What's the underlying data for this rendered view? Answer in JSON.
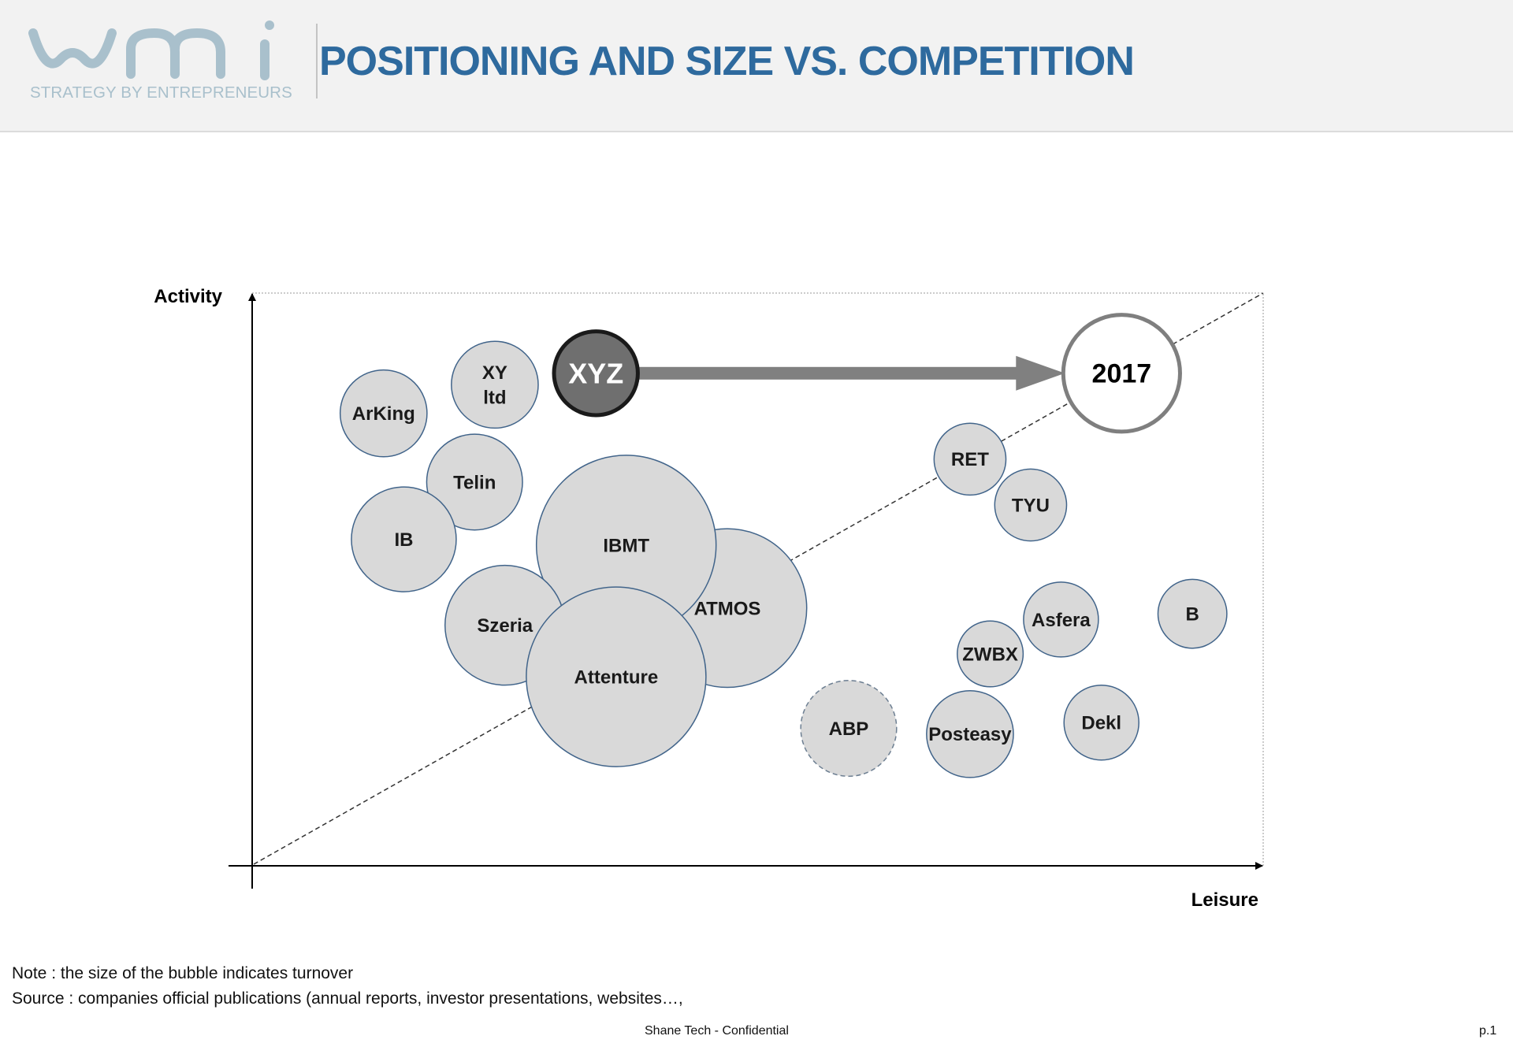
{
  "header": {
    "logo_text": "wmi",
    "logo_tagline": "STRATEGY BY ENTREPRENEURS",
    "title": "POSITIONING AND SIZE VS. COMPETITION"
  },
  "colors": {
    "title": "#2e6a9e",
    "logo": "#a9c0cc",
    "bubble_fill": "#d9d9d9",
    "bubble_stroke": "#41648a",
    "focus_fill": "#6f6f6f",
    "arrow": "#808080"
  },
  "chart_data": {
    "type": "bubble",
    "xlabel": "Leisure",
    "ylabel": "Activity",
    "xlim": [
      0,
      100
    ],
    "ylim": [
      0,
      100
    ],
    "diagonal": "dashed line from origin to top-right corner",
    "bubbles": [
      {
        "name": "XY\nltd",
        "x": 24,
        "y": 84,
        "size": 2.9
      },
      {
        "name": "ArKing",
        "x": 13,
        "y": 79,
        "size": 2.9
      },
      {
        "name": "Telin",
        "x": 22,
        "y": 67,
        "size": 3.2
      },
      {
        "name": "IB",
        "x": 15,
        "y": 57,
        "size": 3.5
      },
      {
        "name": "ATMOS",
        "x": 47,
        "y": 45,
        "size": 5.3
      },
      {
        "name": "IBMT",
        "x": 37,
        "y": 56,
        "size": 6.0
      },
      {
        "name": "Szeria",
        "x": 25,
        "y": 42,
        "size": 4.0
      },
      {
        "name": "Attenture",
        "x": 36,
        "y": 33,
        "size": 6.0
      },
      {
        "name": "RET",
        "x": 71,
        "y": 71,
        "size": 2.4
      },
      {
        "name": "TYU",
        "x": 77,
        "y": 63,
        "size": 2.4
      },
      {
        "name": "Asfera",
        "x": 80,
        "y": 43,
        "size": 2.5
      },
      {
        "name": "B",
        "x": 93,
        "y": 44,
        "size": 2.3
      },
      {
        "name": "ZWBX",
        "x": 73,
        "y": 37,
        "size": 2.2
      },
      {
        "name": "ABP",
        "x": 59,
        "y": 24,
        "size": 3.2,
        "style": "dashed"
      },
      {
        "name": "Posteasy",
        "x": 71,
        "y": 23,
        "size": 2.9
      },
      {
        "name": "Dekl",
        "x": 84,
        "y": 25,
        "size": 2.5
      }
    ],
    "focus": {
      "name": "XYZ",
      "x": 34,
      "y": 86,
      "size": 2.8
    },
    "target": {
      "name": "2017",
      "x": 86,
      "y": 86,
      "size": 3.9
    }
  },
  "notes": {
    "note": "Note : the size of the bubble indicates turnover",
    "source": "Source : companies official publications (annual reports, investor presentations, websites…,"
  },
  "footer": {
    "center": "Shane Tech - Confidential",
    "page": "p.1"
  }
}
